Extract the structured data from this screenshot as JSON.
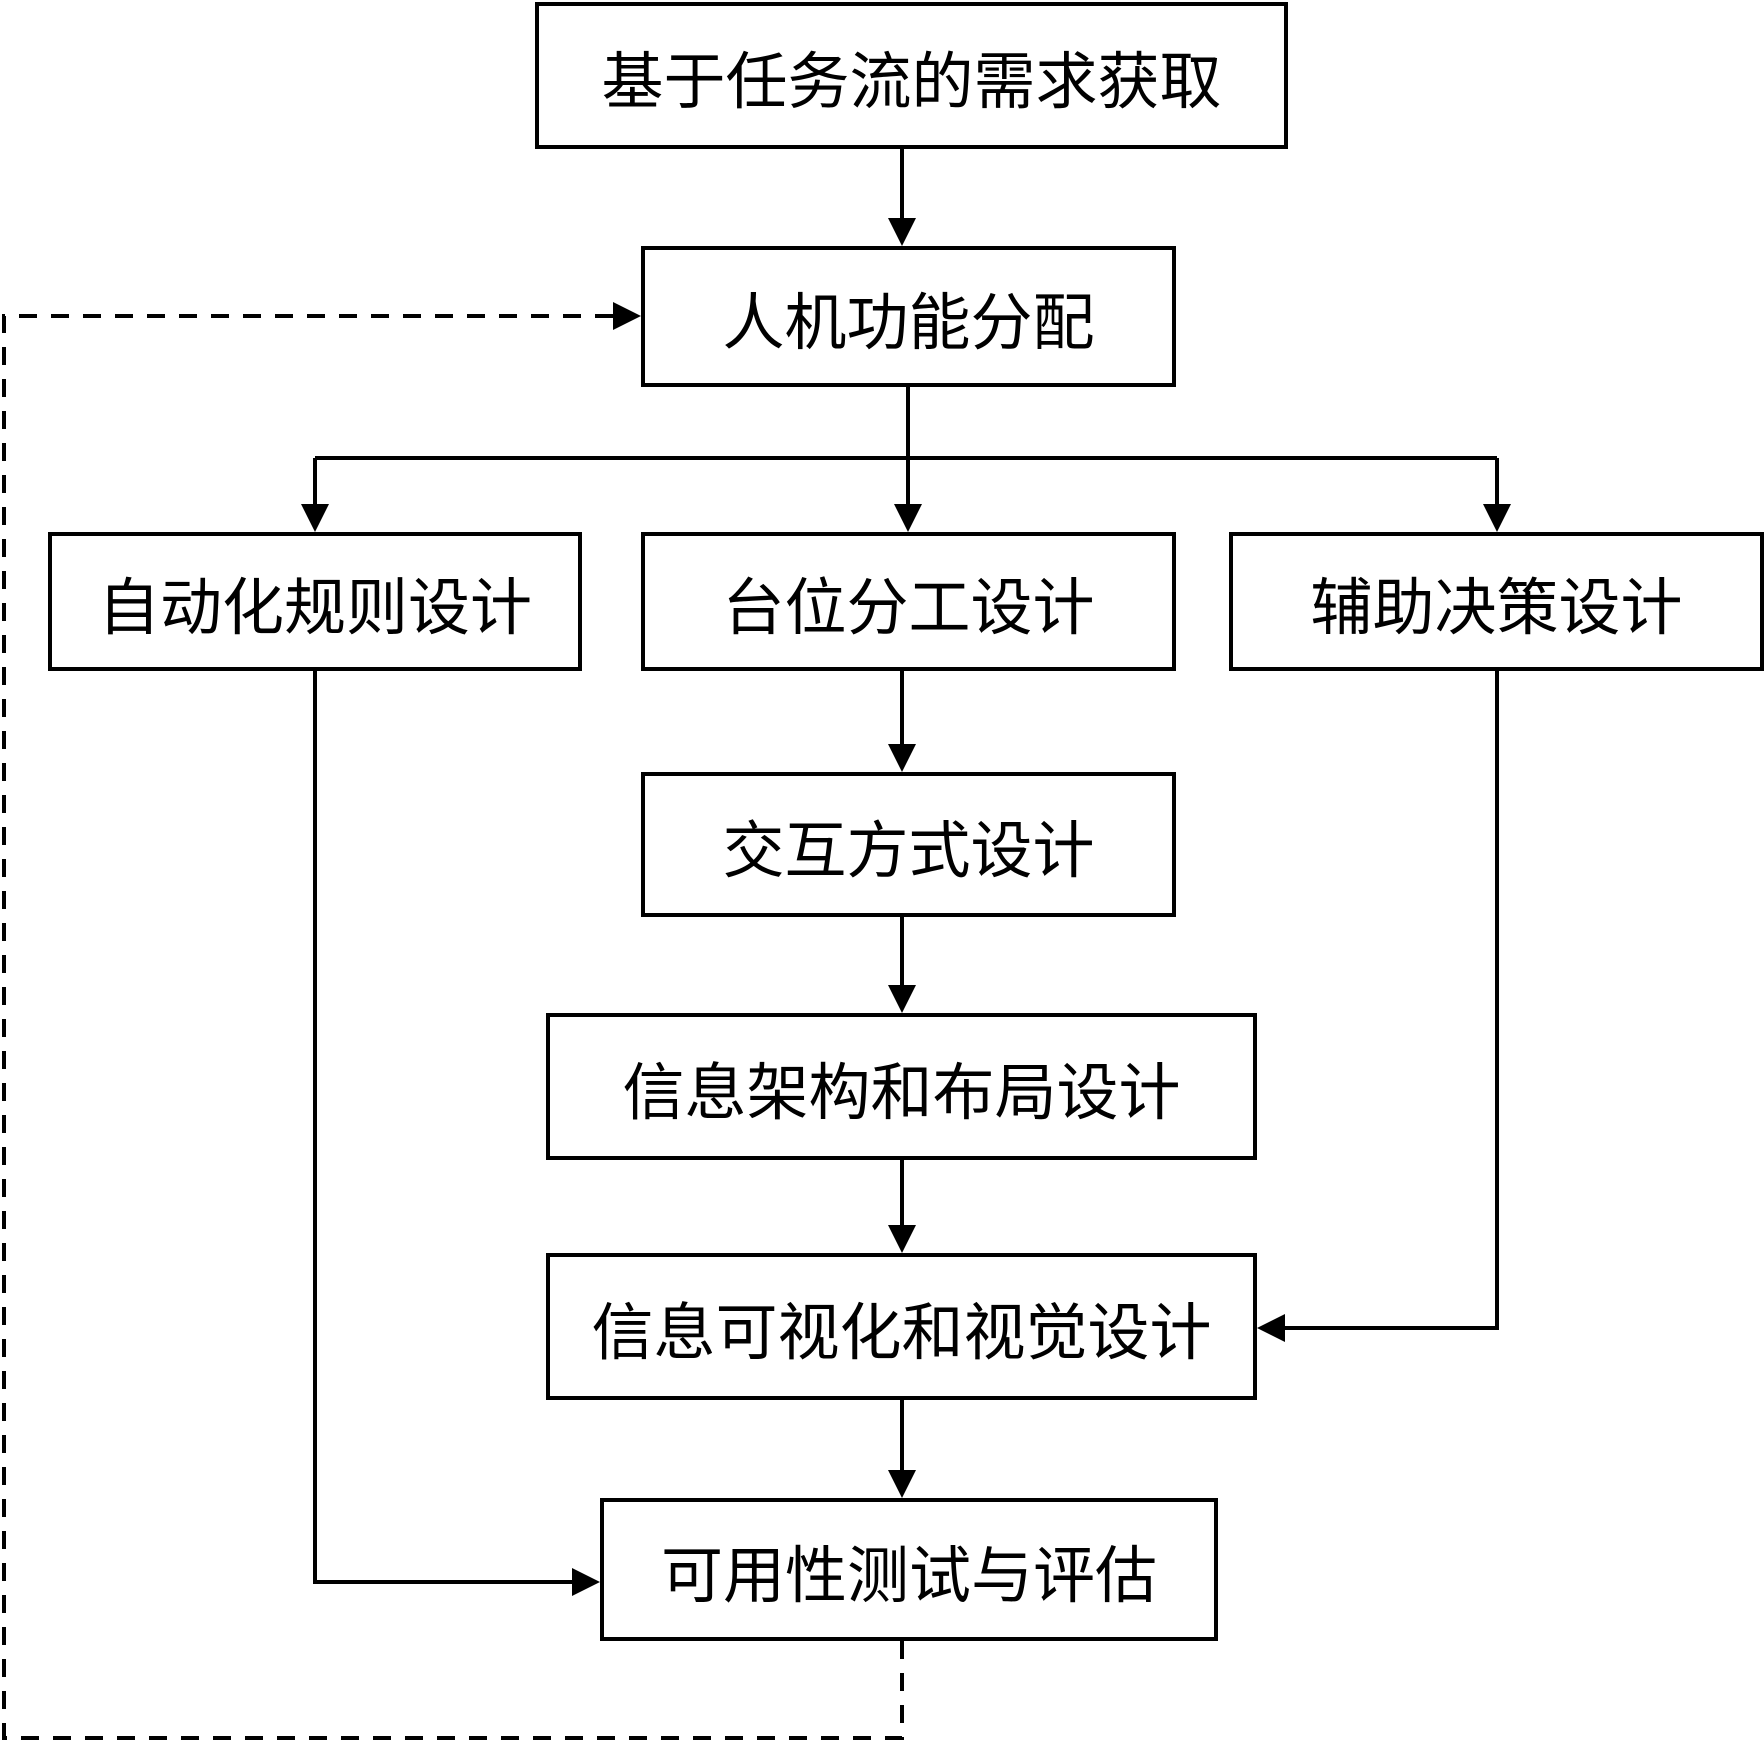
{
  "nodes": {
    "requirements": "基于任务流的需求获取",
    "allocation": "人机功能分配",
    "automation": "自动化规则设计",
    "seat_division": "台位分工设计",
    "decision_aid": "辅助决策设计",
    "interaction": "交互方式设计",
    "architecture": "信息架构和布局设计",
    "visualization": "信息可视化和视觉设计",
    "usability": "可用性测试与评估"
  },
  "edges": [
    {
      "from": "requirements",
      "to": "allocation",
      "style": "solid"
    },
    {
      "from": "allocation",
      "to": "automation",
      "style": "solid"
    },
    {
      "from": "allocation",
      "to": "seat_division",
      "style": "solid"
    },
    {
      "from": "allocation",
      "to": "decision_aid",
      "style": "solid"
    },
    {
      "from": "seat_division",
      "to": "interaction",
      "style": "solid"
    },
    {
      "from": "interaction",
      "to": "architecture",
      "style": "solid"
    },
    {
      "from": "architecture",
      "to": "visualization",
      "style": "solid"
    },
    {
      "from": "decision_aid",
      "to": "visualization",
      "style": "solid"
    },
    {
      "from": "visualization",
      "to": "usability",
      "style": "solid"
    },
    {
      "from": "automation",
      "to": "usability",
      "style": "solid"
    },
    {
      "from": "usability",
      "to": "allocation",
      "style": "dashed"
    }
  ],
  "colors": {
    "line": "#000000",
    "background": "#ffffff"
  }
}
